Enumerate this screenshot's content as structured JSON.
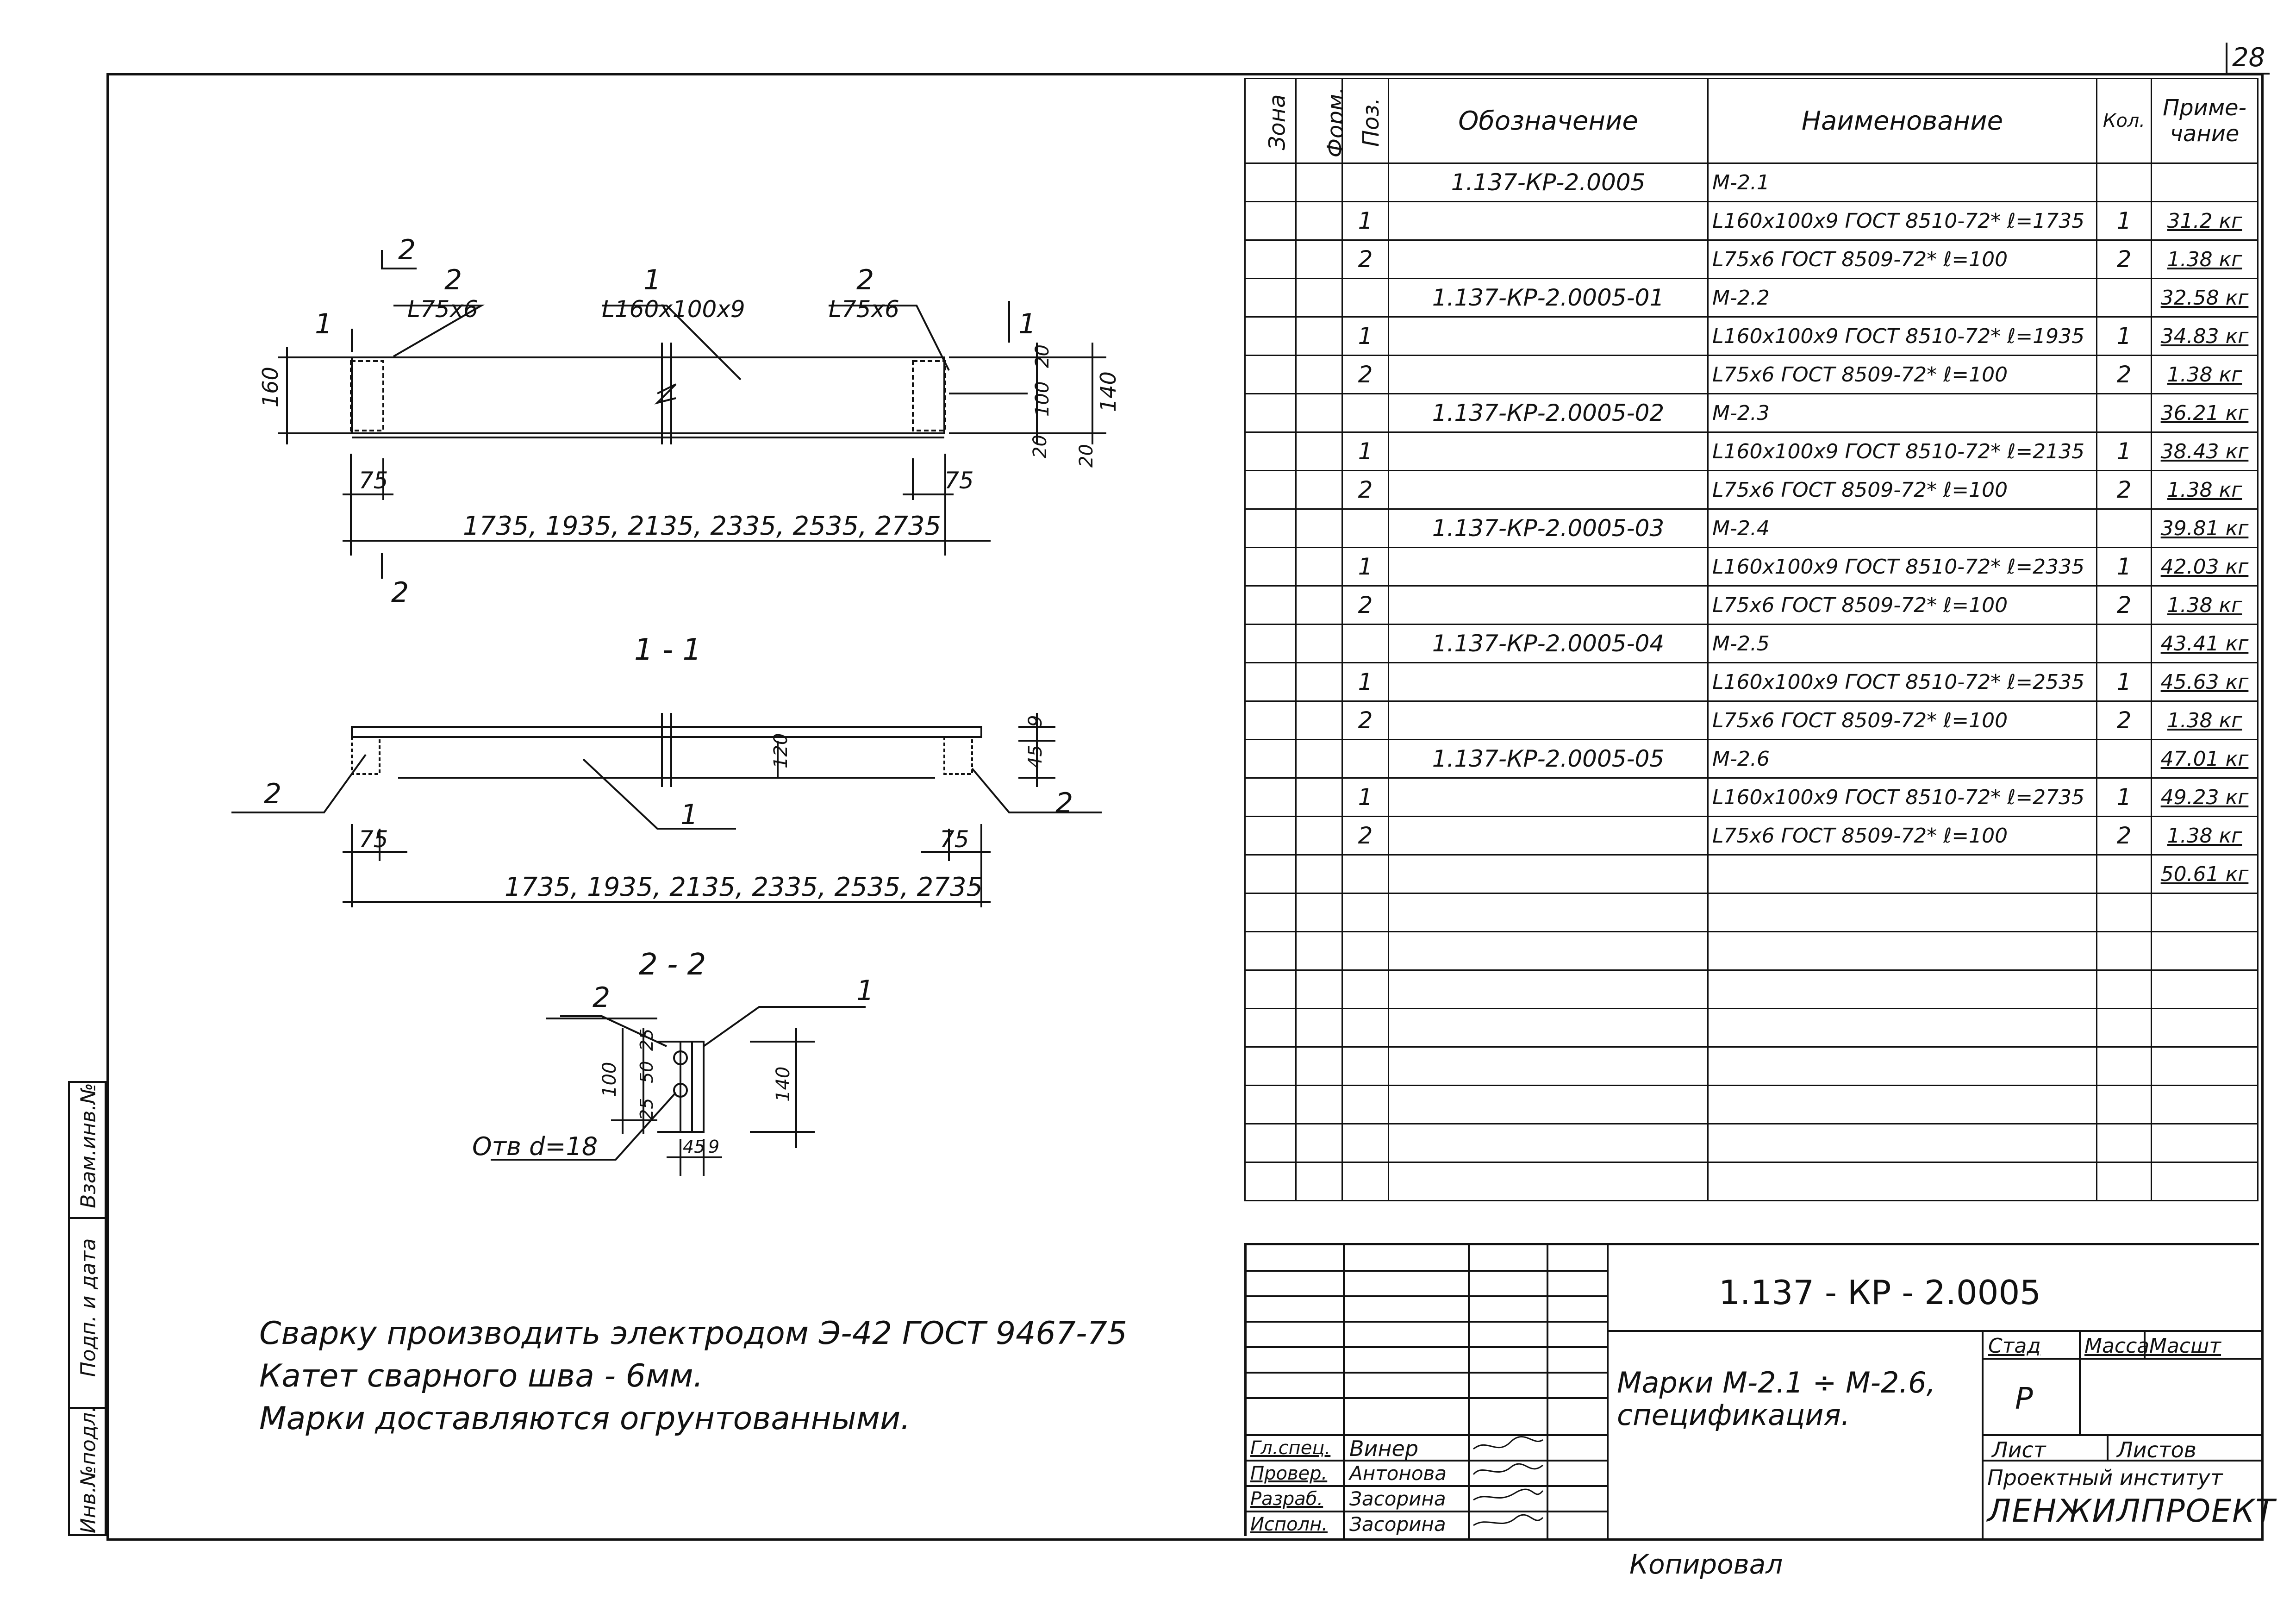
{
  "sheet_number": "28",
  "drawing": {
    "top_labels": {
      "pos2_left": "2",
      "pos2_left_profile": "L75x6",
      "pos1": "1",
      "pos1_profile": "L160x100x9",
      "pos2_right": "2",
      "pos2_right_profile": "L75x6",
      "section1_left": "1",
      "section1_right": "1",
      "section2_top": "2",
      "section2_bottom": "2"
    },
    "dims_elevation": {
      "h160": "160",
      "d20a": "20",
      "d100": "100",
      "d140": "140",
      "d20b": "20",
      "d20c": "20",
      "left75": "75",
      "right75": "75",
      "lengths": "1735, 1935, 2135, 2335, 2535, 2735"
    },
    "section_1_1": {
      "title": "1 - 1",
      "left_pos": "2",
      "right_pos": "2",
      "mid_pos": "1",
      "d120": "120",
      "d45": "45",
      "d9": "9",
      "left75": "75",
      "right75": "75",
      "lengths": "1735, 1935, 2135, 2335, 2535, 2735"
    },
    "section_2_2": {
      "title": "2 - 2",
      "pos2": "2",
      "pos1": "1",
      "d25a": "25",
      "d50": "50",
      "d25b": "25",
      "d100": "100",
      "d140": "140",
      "d45": "45",
      "d9": "9",
      "hole": "Отв d=18"
    }
  },
  "notes": [
    "Сварку производить электродом Э-42 ГОСТ 9467-75",
    "Катет сварного шва - 6мм.",
    "Марки доставляются огрунтованными."
  ],
  "side_stamp": {
    "inv_podl": "Инв.№подл.",
    "podp_data": "Подп. и дата",
    "vzam_inv": "Взам.инв.№"
  },
  "spec_table": {
    "headers": {
      "zona": "Зона",
      "format": "Форм.",
      "poz": "Поз.",
      "oboznachenie": "Обозначение",
      "naimenovanie": "Наименование",
      "kol": "Кол.",
      "primechanie": "Приме- чание"
    },
    "rows": [
      {
        "poz": "",
        "designation": "1.137-КР-2.0005",
        "name": "М-2.1",
        "qty": "",
        "note": ""
      },
      {
        "poz": "1",
        "designation": "",
        "name": "L160x100x9 ГОСТ 8510-72* ℓ=1735",
        "qty": "1",
        "note": "31.2 кг"
      },
      {
        "poz": "2",
        "designation": "",
        "name": "L75x6 ГОСТ 8509-72* ℓ=100",
        "qty": "2",
        "note": "1.38 кг"
      },
      {
        "poz": "",
        "designation": "1.137-КР-2.0005-01",
        "name": "М-2.2",
        "qty": "",
        "note": "32.58 кг"
      },
      {
        "poz": "1",
        "designation": "",
        "name": "L160x100x9 ГОСТ 8510-72* ℓ=1935",
        "qty": "1",
        "note": "34.83 кг"
      },
      {
        "poz": "2",
        "designation": "",
        "name": "L75x6 ГОСТ 8509-72* ℓ=100",
        "qty": "2",
        "note": "1.38 кг"
      },
      {
        "poz": "",
        "designation": "1.137-КР-2.0005-02",
        "name": "М-2.3",
        "qty": "",
        "note": "36.21 кг"
      },
      {
        "poz": "1",
        "designation": "",
        "name": "L160x100x9 ГОСТ 8510-72* ℓ=2135",
        "qty": "1",
        "note": "38.43 кг"
      },
      {
        "poz": "2",
        "designation": "",
        "name": "L75x6 ГОСТ 8509-72* ℓ=100",
        "qty": "2",
        "note": "1.38 кг"
      },
      {
        "poz": "",
        "designation": "1.137-КР-2.0005-03",
        "name": "М-2.4",
        "qty": "",
        "note": "39.81 кг"
      },
      {
        "poz": "1",
        "designation": "",
        "name": "L160x100x9 ГОСТ 8510-72* ℓ=2335",
        "qty": "1",
        "note": "42.03 кг"
      },
      {
        "poz": "2",
        "designation": "",
        "name": "L75x6 ГОСТ 8509-72* ℓ=100",
        "qty": "2",
        "note": "1.38 кг"
      },
      {
        "poz": "",
        "designation": "1.137-КР-2.0005-04",
        "name": "М-2.5",
        "qty": "",
        "note": "43.41 кг"
      },
      {
        "poz": "1",
        "designation": "",
        "name": "L160x100x9 ГОСТ 8510-72* ℓ=2535",
        "qty": "1",
        "note": "45.63 кг"
      },
      {
        "poz": "2",
        "designation": "",
        "name": "L75x6 ГОСТ 8509-72* ℓ=100",
        "qty": "2",
        "note": "1.38 кг"
      },
      {
        "poz": "",
        "designation": "1.137-КР-2.0005-05",
        "name": "М-2.6",
        "qty": "",
        "note": "47.01 кг"
      },
      {
        "poz": "1",
        "designation": "",
        "name": "L160x100x9 ГОСТ 8510-72* ℓ=2735",
        "qty": "1",
        "note": "49.23 кг"
      },
      {
        "poz": "2",
        "designation": "",
        "name": "L75x6 ГОСТ 8509-72* ℓ=100",
        "qty": "2",
        "note": "1.38 кг"
      },
      {
        "poz": "",
        "designation": "",
        "name": "",
        "qty": "",
        "note": "50.61 кг"
      },
      {
        "poz": "",
        "designation": "",
        "name": "",
        "qty": "",
        "note": ""
      },
      {
        "poz": "",
        "designation": "",
        "name": "",
        "qty": "",
        "note": ""
      },
      {
        "poz": "",
        "designation": "",
        "name": "",
        "qty": "",
        "note": ""
      },
      {
        "poz": "",
        "designation": "",
        "name": "",
        "qty": "",
        "note": ""
      },
      {
        "poz": "",
        "designation": "",
        "name": "",
        "qty": "",
        "note": ""
      },
      {
        "poz": "",
        "designation": "",
        "name": "",
        "qty": "",
        "note": ""
      },
      {
        "poz": "",
        "designation": "",
        "name": "",
        "qty": "",
        "note": ""
      },
      {
        "poz": "",
        "designation": "",
        "name": "",
        "qty": "",
        "note": ""
      }
    ]
  },
  "title_block": {
    "code": "1.137 - КР - 2.0005",
    "description_line1": "Марки М-2.1 ÷ М-2.6,",
    "description_line2": "спецификация.",
    "stad_label": "Стад",
    "massa_label": "Масса",
    "masshtab_label": "Масшт",
    "stad_value": "Р",
    "list_label": "Лист",
    "listov_label": "Листов",
    "institute_line1": "Проектный институт",
    "institute_line2": "ЛЕНЖИЛПРОЕКТ",
    "roles": [
      {
        "role": "Гл.спец.",
        "name": "Винер"
      },
      {
        "role": "Провер.",
        "name": "Антонова"
      },
      {
        "role": "Разраб.",
        "name": "Засорина"
      },
      {
        "role": "Исполн.",
        "name": "Засорина"
      }
    ]
  },
  "copied_by": "Копировал"
}
